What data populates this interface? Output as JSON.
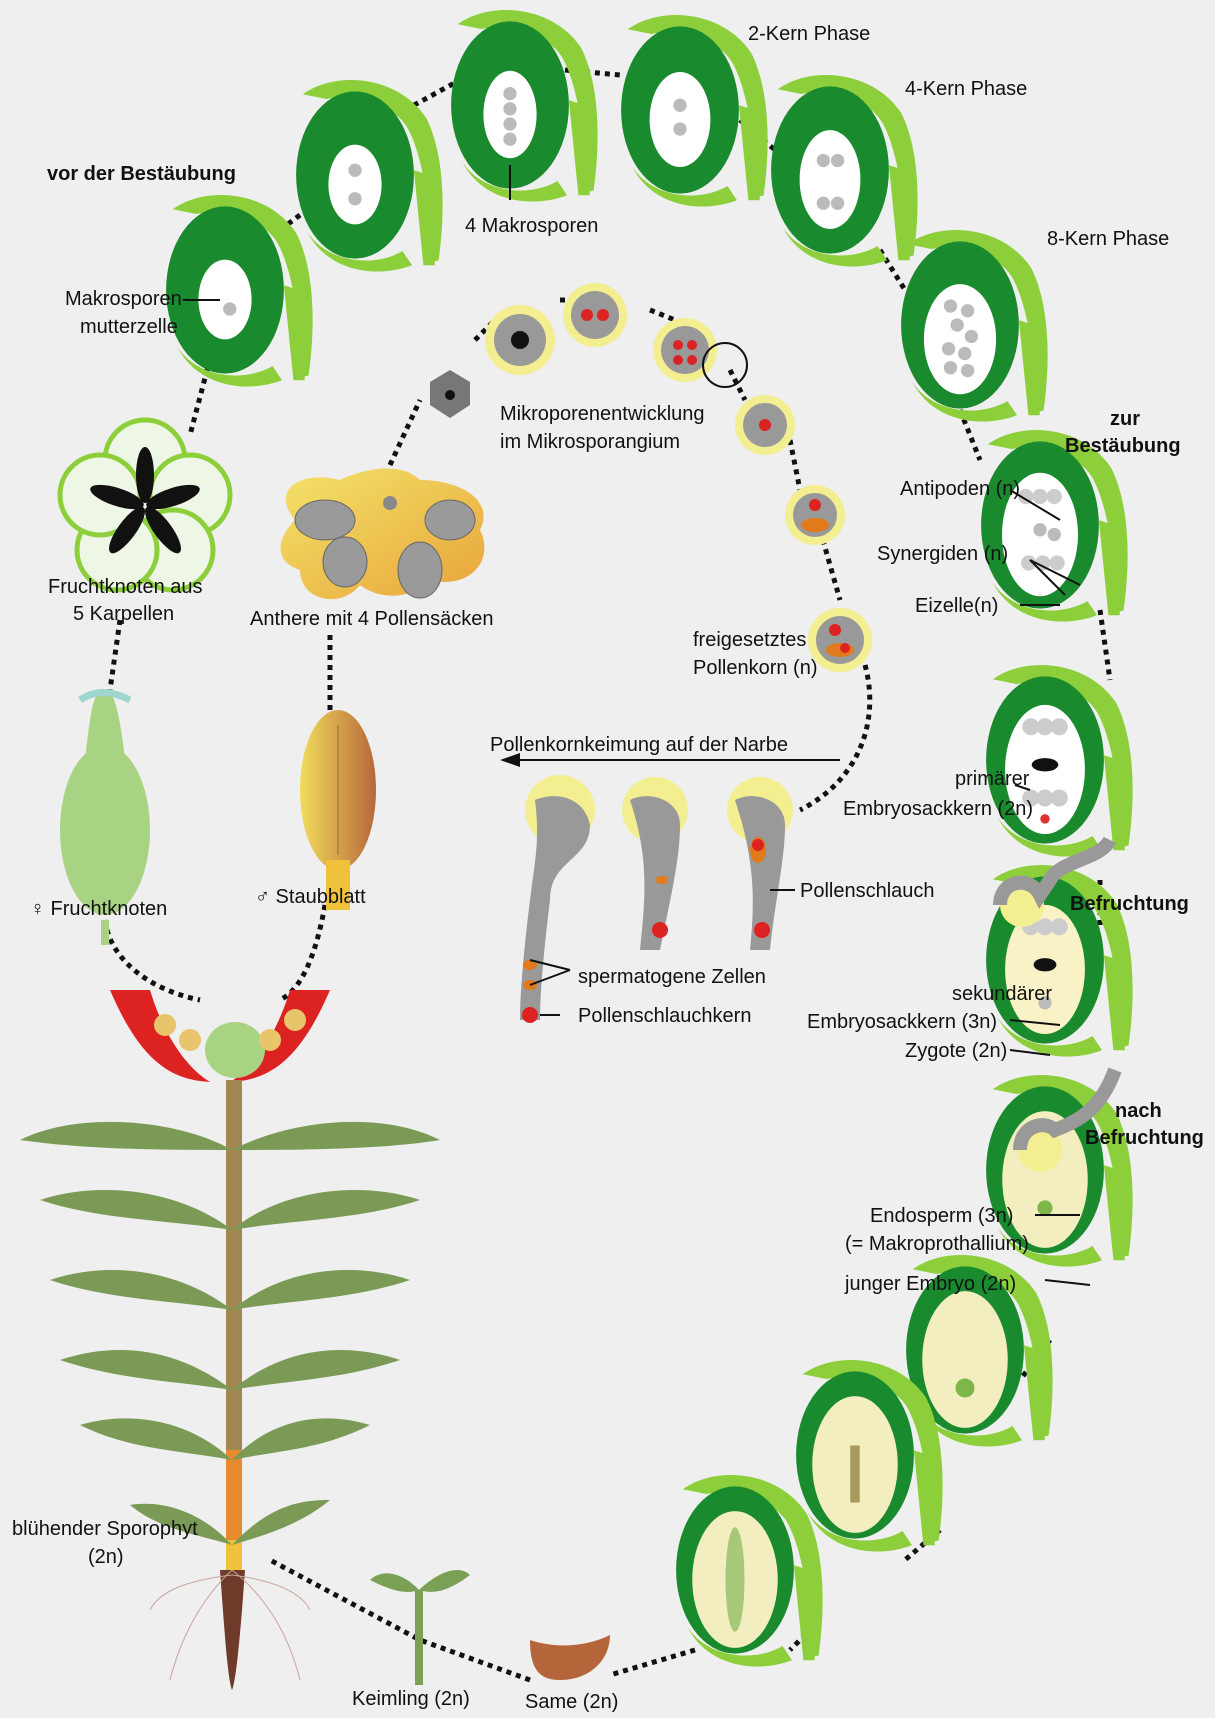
{
  "labels": {
    "two_kern": "2-Kern Phase",
    "four_kern": "4-Kern Phase",
    "eight_kern": "8-Kern Phase",
    "vor_bestaeubung": "vor der Bestäubung",
    "makrosporen": "4 Makrosporen",
    "makrosporen_mutterzelle_1": "Makrosporen-",
    "makrosporen_mutterzelle_2": "mutterzelle",
    "zur_bestaeubung_1": "zur",
    "zur_bestaeubung_2": "Bestäubung",
    "mikrosporen_1": "Mikroporenentwicklung",
    "mikrosporen_2": "im Mikrosporangium",
    "antipoden": "Antipoden (n)",
    "synergiden": "Synergiden (n)",
    "eizelle": "Eizelle(n)",
    "fruchtknoten_aus_1": "Fruchtknoten aus",
    "fruchtknoten_aus_2": "5 Karpellen",
    "anthere": "Anthere mit 4 Pollensäcken",
    "pollenkorn_1": "freigesetztes",
    "pollenkorn_2": "Pollenkorn (n)",
    "pollenkeimung": "Pollenkornkeimung auf der Narbe",
    "primaerer_1": "primärer",
    "primaerer_2": "Embryosackkern (2n)",
    "pollenschlauch": "Pollenschlauch",
    "fruchtknoten": "♀ Fruchtknoten",
    "staubblatt": "♂ Staubblatt",
    "befruchtung": "Befruchtung",
    "spermatogene": "spermatogene Zellen",
    "pollenschlauchkern": "Pollenschlauchkern",
    "sekundaerer_1": "sekundärer",
    "sekundaerer_2": "Embryosackkern (3n)",
    "zygote": "Zygote (2n)",
    "nach_1": "nach",
    "nach_2": "Befruchtung",
    "endosperm_1": "Endosperm (3n)",
    "endosperm_2": "(= Makroprothallium)",
    "junger_embryo": "junger Embryo (2n)",
    "sporophyt_1": "blühender Sporophyt",
    "sporophyt_2": "(2n)",
    "keimling": "Keimling (2n)",
    "same": "Same (2n)"
  }
}
